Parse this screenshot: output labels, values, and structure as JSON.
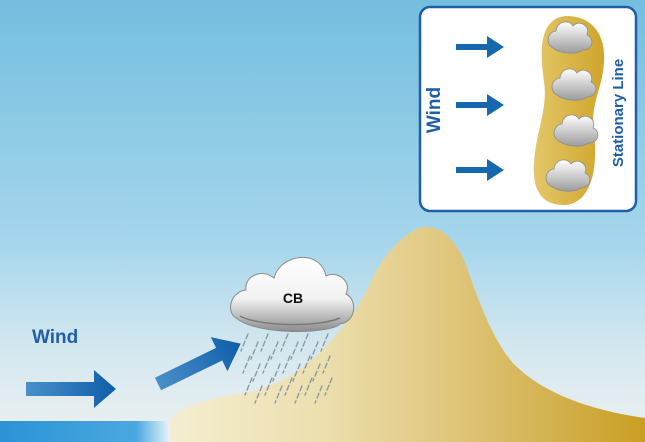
{
  "main": {
    "wind_label": "Wind",
    "cloud_label": "CB"
  },
  "inset": {
    "wind_label": "Wind",
    "line_label": "Stationary Line"
  },
  "colors": {
    "sky_top": "#74bedf",
    "sky_mid": "#a9d7ec",
    "haze": "#e6edf0",
    "terrain_light": "#f1e7c2",
    "terrain_dark": "#cfa52a",
    "arrow": "#1667ad",
    "text_blue": "#1f5ea8",
    "cloud_light": "#ffffff",
    "cloud_dark": "#8d8d8d",
    "rain": "#8b9aa2",
    "water": "#2b93d6"
  },
  "icons": {
    "arrow": "right-arrow-icon",
    "cloud": "cumulonimbus-cloud-icon",
    "rain": "rain-icon"
  }
}
